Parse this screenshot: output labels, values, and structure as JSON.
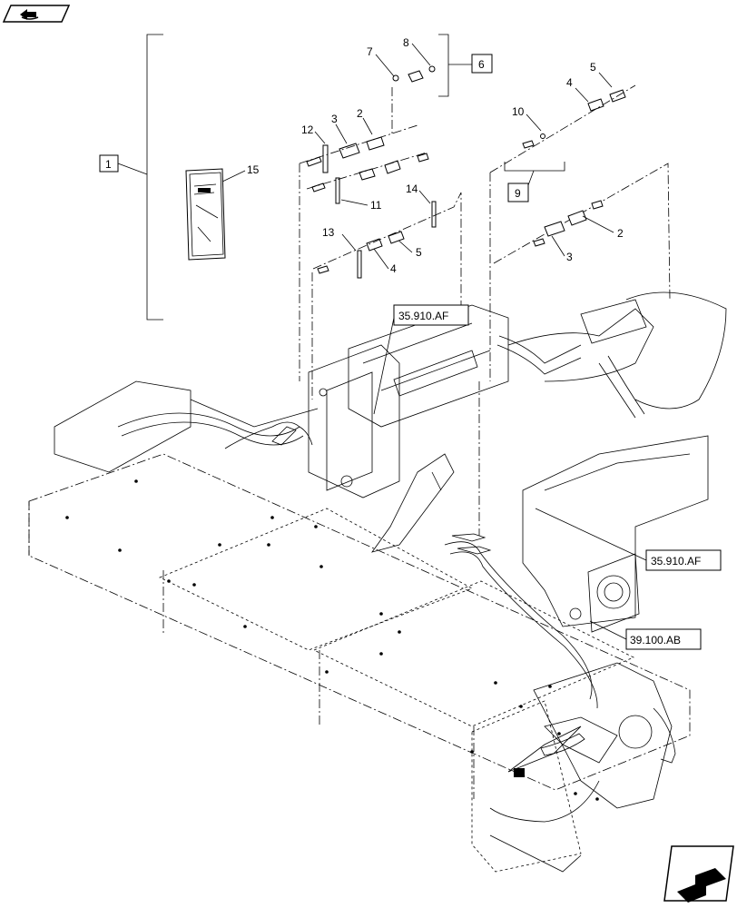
{
  "navigation": {
    "prev_icon": "arrow-right-book-icon",
    "next_icon": "arrow-left-page-icon"
  },
  "callouts": {
    "c1": "1",
    "c2a": "2",
    "c2b": "2",
    "c3a": "3",
    "c3b": "3",
    "c4a": "4",
    "c4b": "4",
    "c5a": "5",
    "c5b": "5",
    "c6": "6",
    "c7": "7",
    "c8": "8",
    "c9": "9",
    "c10": "10",
    "c11": "11",
    "c12": "12",
    "c13": "13",
    "c14": "14",
    "c15": "15"
  },
  "references": {
    "ref_a": "35.910.AF",
    "ref_b": "35.910.AF",
    "ref_c": "39.100.AB"
  }
}
